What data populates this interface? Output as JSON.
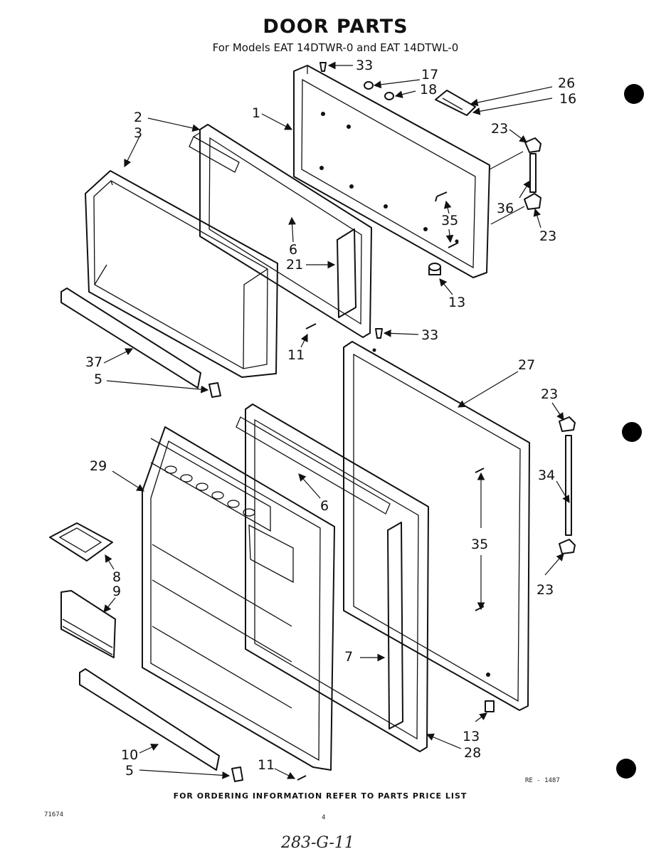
{
  "title": "DOOR PARTS",
  "subtitle": "For Models EAT 14DTWR-0 and EAT 14DTWL-0",
  "footer": "FOR ORDERING INFORMATION REFER TO PARTS PRICE LIST",
  "drawing_code": "RE - 1487",
  "doc_number": "71674",
  "page_number": "4",
  "handwritten_note": "283-G-11",
  "callouts": [
    "33",
    "17",
    "18",
    "26",
    "16",
    "1",
    "2",
    "3",
    "23",
    "36",
    "35",
    "23",
    "6",
    "21",
    "13",
    "11",
    "33",
    "37",
    "5",
    "27",
    "23",
    "29",
    "6",
    "34",
    "35",
    "8",
    "9",
    "23",
    "7",
    "13",
    "28",
    "10",
    "5",
    "11"
  ]
}
